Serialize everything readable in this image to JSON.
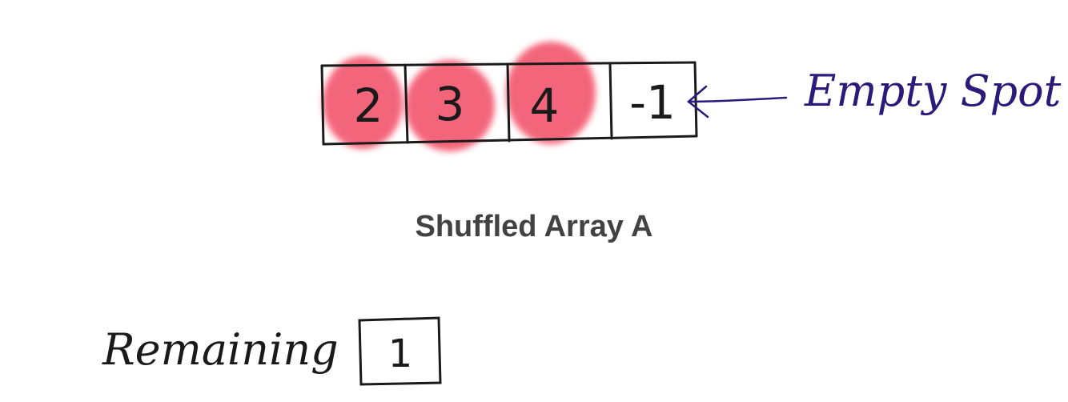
{
  "array": {
    "cells": [
      {
        "value": "2",
        "highlighted": true
      },
      {
        "value": "3",
        "highlighted": true
      },
      {
        "value": "4",
        "highlighted": true
      },
      {
        "value": "-1",
        "highlighted": false
      }
    ]
  },
  "annotation": {
    "label": "Empty Spot"
  },
  "caption": "Shuffled Array A",
  "remaining": {
    "label": "Remaining",
    "value": "1"
  },
  "colors": {
    "ink": "#1a1a1a",
    "highlight": "#f24b63",
    "annotation": "#2b1a7a",
    "caption": "#424242"
  }
}
